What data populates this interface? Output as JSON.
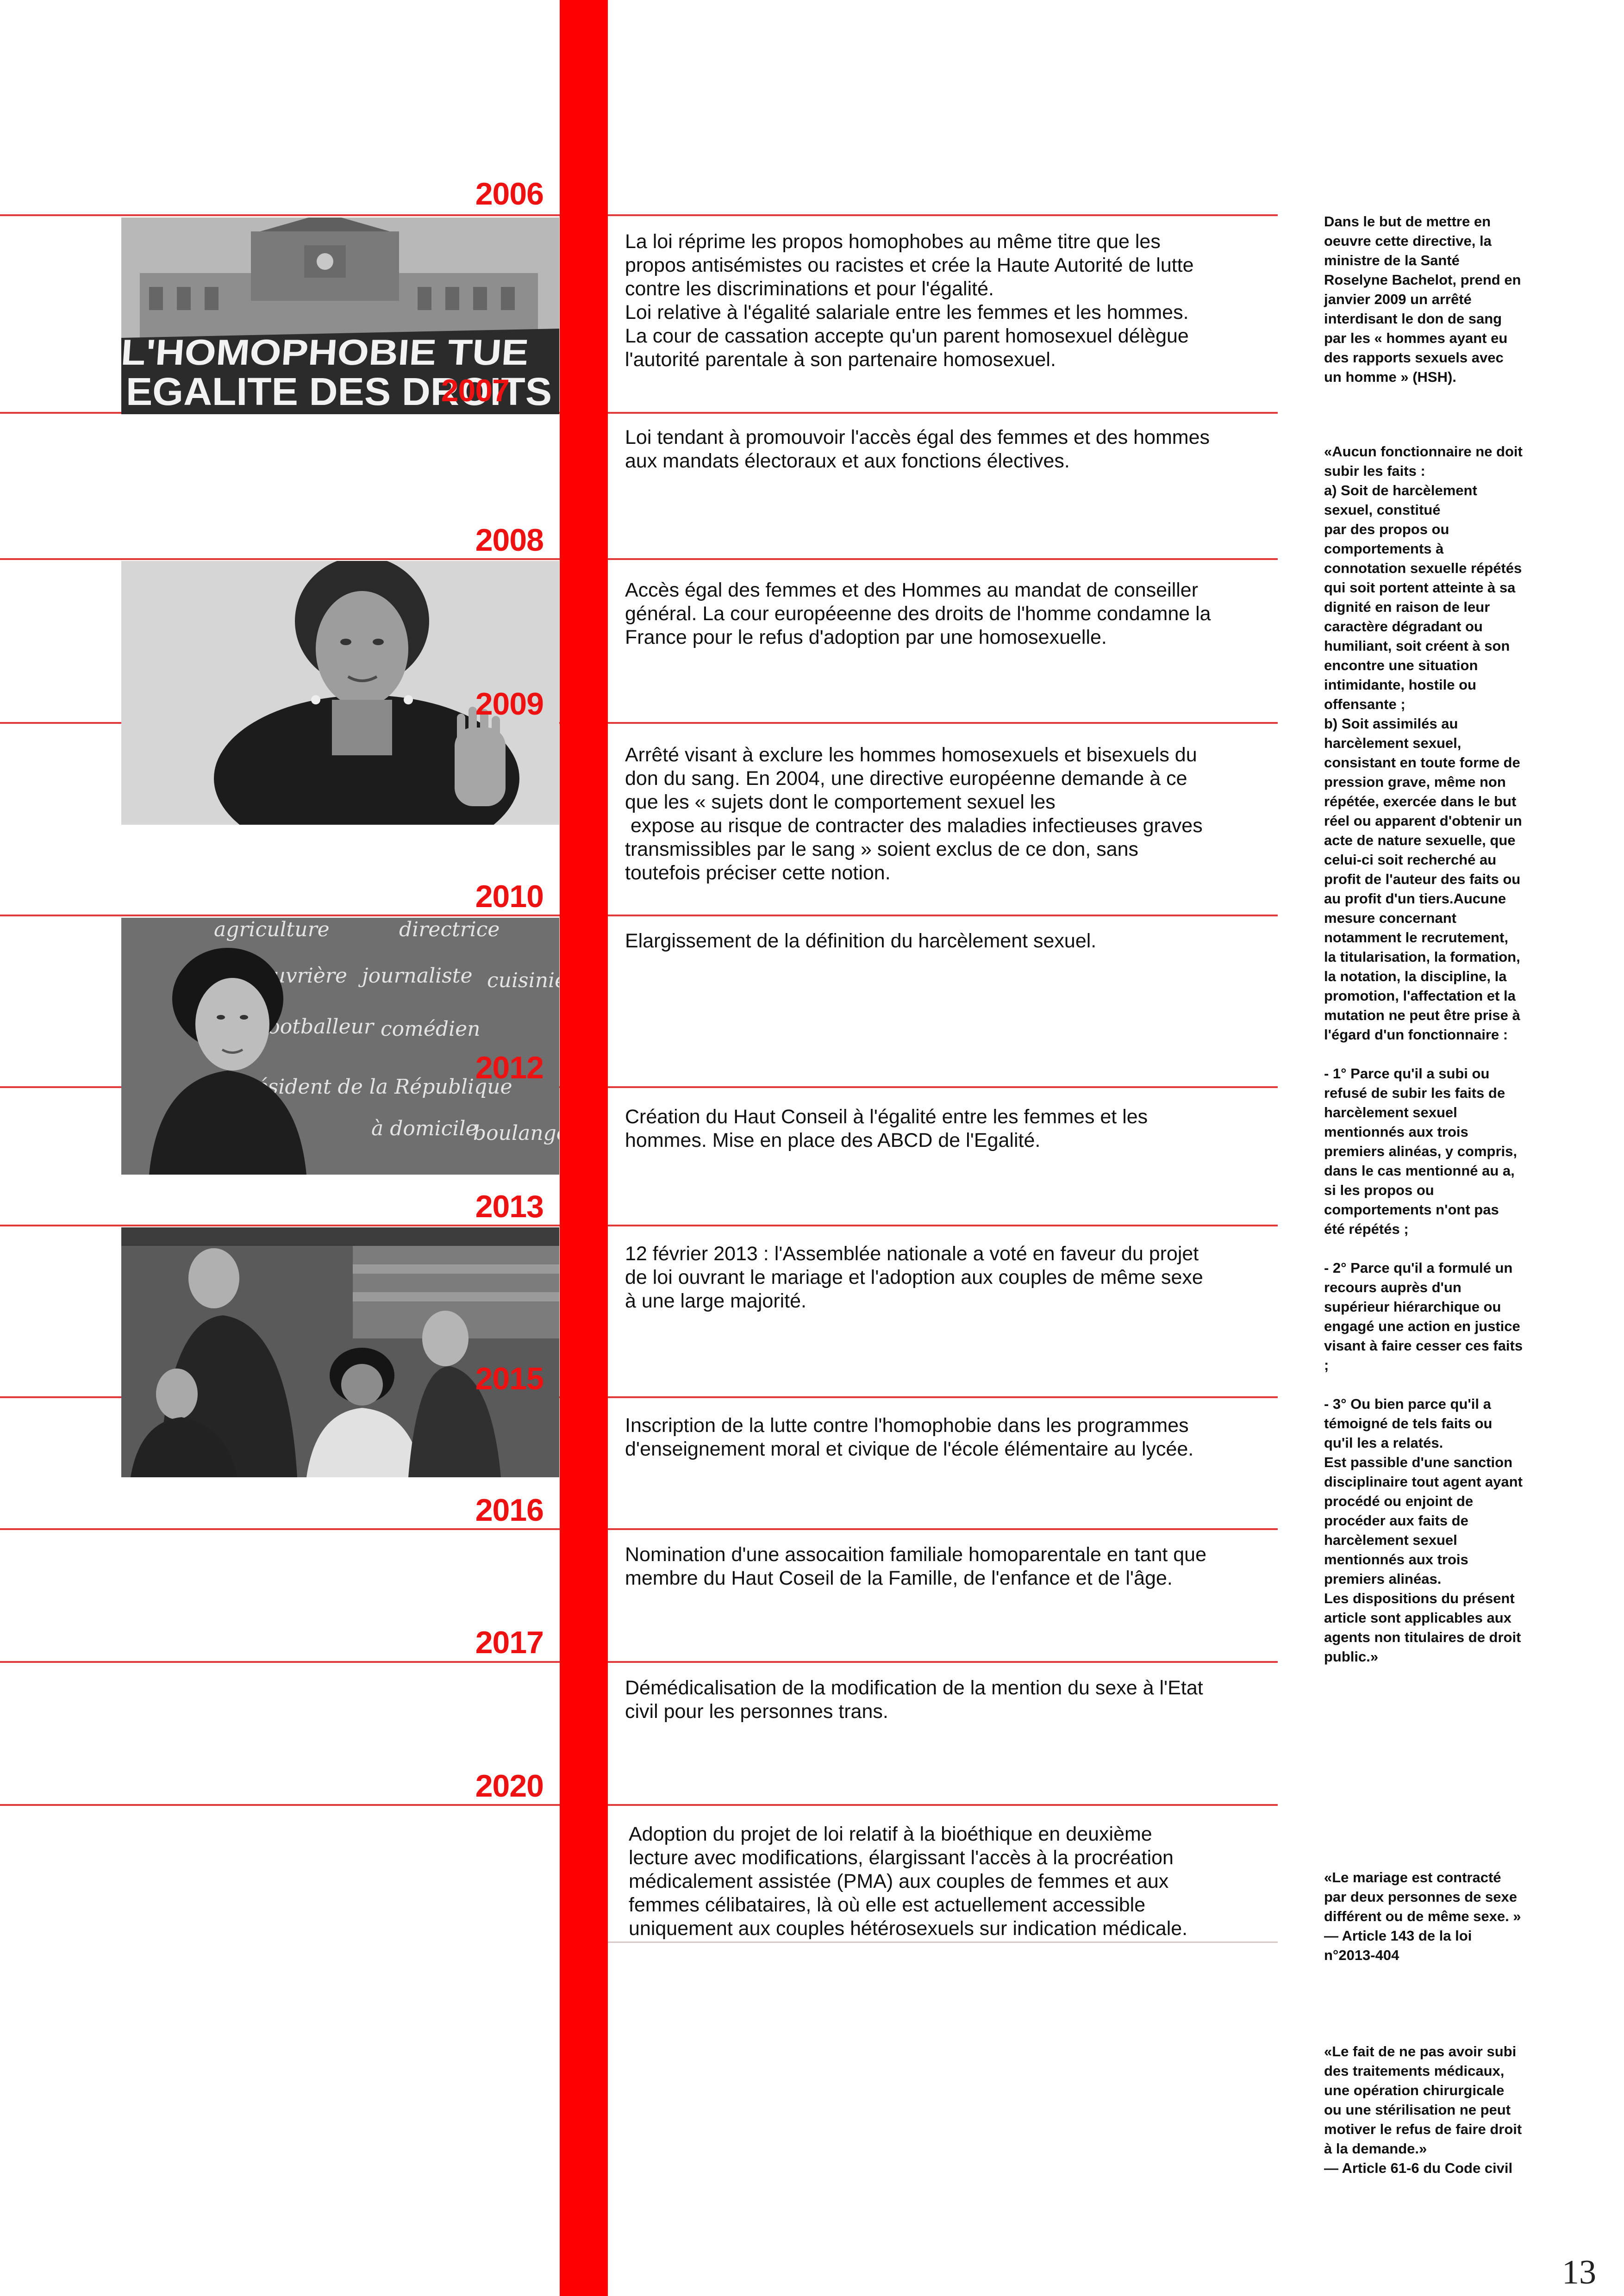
{
  "timeline": [
    {
      "year": "2006",
      "text": "La loi réprime les propos homophobes au même titre que les propos antisémistes ou racistes et crée la Haute Autorité de lutte contre les discriminations et pour l'égalité.\nLoi relative à l'égalité salariale entre les femmes et les hommes. La cour de cassation accepte qu'un parent homosexuel délègue l'autorité parentale à son partenaire homosexuel."
    },
    {
      "year": "2007",
      "text": "Loi tendant à promouvoir l'accès égal des femmes et des hommes aux mandats électoraux et aux fonctions électives."
    },
    {
      "year": "2008",
      "text": "Accès égal des femmes et des Hommes au mandat de conseiller général. La cour européeenne des droits de l'homme condamne la France pour le refus d'adoption par une homosexuelle."
    },
    {
      "year": "2009",
      "text": "Arrêté visant à exclure les hommes homosexuels et bisexuels du don du sang. En 2004, une directive européenne demande à ce que les « sujets dont le comportement sexuel les\n expose au risque de contracter des maladies infectieuses graves transmissibles par le sang » soient exclus de ce don, sans toutefois préciser cette notion."
    },
    {
      "year": "2010",
      "text": "Elargissement de la définition du harcèlement sexuel."
    },
    {
      "year": "2012",
      "text": "Création du Haut Conseil à l'égalité entre les femmes et les hommes. Mise en place des ABCD de l'Egalité."
    },
    {
      "year": "2013",
      "text": "12 février 2013 : l'Assemblée nationale a voté en faveur du projet de loi ouvrant le mariage et l'adoption aux couples de même sexe à une large majorité."
    },
    {
      "year": "2015",
      "text": "Inscription de la lutte contre l'homophobie dans les programmes d'enseignement moral et civique de l'école élémentaire au lycée."
    },
    {
      "year": "2016",
      "text": "Nomination d'une assocaition familiale homoparentale en tant que membre du Haut Coseil de la Famille, de l'enfance et de l'âge."
    },
    {
      "year": "2017",
      "text": "Démédicalisation de la modification de la mention du sexe à l'Etat civil pour les personnes trans."
    },
    {
      "year": "2020",
      "text": "Adoption du projet de loi relatif à la bioéthique en deuxième lecture avec modifications, élargissant l'accès à la procréation médicalement assistée (PMA) aux couples de femmes et aux femmes célibataires, là où elle est actuellement accessible uniquement aux couples hétérosexuels sur indication médicale."
    }
  ],
  "photos": {
    "banner_line1": "L'HOMOPHOBIE TUE",
    "banner_line2": "EGALITE DES DROITS",
    "chalkboard_words": [
      "agriculture",
      "directrice",
      "ouvrière",
      "journaliste",
      "cuisinière",
      "footballeur",
      "comédien",
      "Président de la République",
      "à domicile",
      "boulanger"
    ]
  },
  "sidenotes": {
    "note1": "Dans le but de mettre en oeuvre cette directive, la ministre de la Santé Roselyne Bachelot, prend en janvier 2009 un arrêté interdisant le don de sang par les « hommes ayant eu des rapports sexuels avec un homme » (HSH).",
    "note2": "«Aucun fonctionnaire ne doit subir les faits :\na) Soit de harcèlement sexuel, constitué\npar des propos ou comportements à connotation sexuelle répétés qui soit portent atteinte à sa dignité en raison de leur caractère dégradant ou humiliant, soit créent à son encontre une situation intimidante, hostile ou offensante ;\nb) Soit assimilés au harcèlement sexuel, consistant en toute forme de pression grave, même non répétée, exercée dans le but réel ou apparent d'obtenir un acte de nature sexuelle, que celui-ci soit recherché au profit de l'auteur des faits ou au profit d'un tiers.Aucune mesure concernant notamment le recrutement, la titularisation, la formation, la notation, la discipline, la promotion, l'affectation et la mutation ne peut être prise à l'égard d'un fonctionnaire :\n\n- 1° Parce qu'il a subi ou refusé de subir les faits de harcèlement sexuel mentionnés aux trois premiers alinéas, y compris, dans le cas mentionné au a, si les propos ou comportements n'ont pas été répétés ;\n\n- 2° Parce qu'il a formulé un recours auprès d'un supérieur hiérarchique ou engagé une action en justice visant à faire cesser ces faits ;\n\n- 3° Ou bien parce qu'il a témoigné de tels faits ou qu'il les a relatés.\nEst passible d'une sanction disciplinaire tout agent ayant procédé ou enjoint de procéder aux faits de harcèlement sexuel mentionnés aux trois premiers alinéas.\nLes dispositions du présent article sont applicables aux agents non titulaires de droit public.»",
    "note3": "«Le mariage est contracté par deux personnes de sexe différent ou de même sexe. »\n— Article 143 de la loi n°2013-404",
    "note4": "«Le fait de ne pas avoir subi des traitements médicaux, une opération chirurgicale ou une stérilisation ne peut motiver le refus de faire droit à la demande.»\n— Article 61-6 du Code civil"
  },
  "page_number": "13",
  "colors": {
    "accent": "#ff0000",
    "rule": "#e03a3a",
    "year_text": "#ee1111"
  }
}
